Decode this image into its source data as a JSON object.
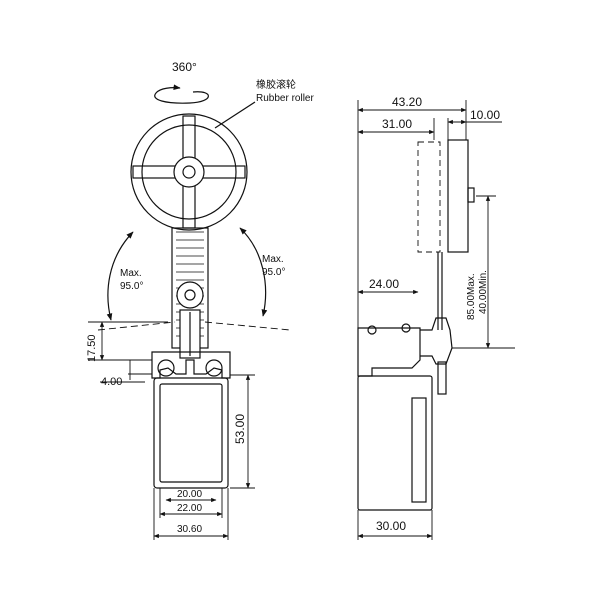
{
  "labels": {
    "rotation": "360°",
    "roller_cn": "橡胶滚轮",
    "roller_en": "Rubber roller",
    "max_label": "Max.",
    "angle_left": "95.0°",
    "angle_right": "95.0°",
    "travel": "85.00Max.",
    "travel_min": "40.00Min."
  },
  "dimensions": {
    "d_17_50": "17.50",
    "d_4_00": "4.00",
    "d_53_00": "53.00",
    "d_20_00": "20.00",
    "d_22_00": "22.00",
    "d_30_60": "30.60",
    "d_43_20": "43.20",
    "d_31_00": "31.00",
    "d_10_00": "10.00",
    "d_24_00": "24.00",
    "d_30_00": "30.00"
  }
}
